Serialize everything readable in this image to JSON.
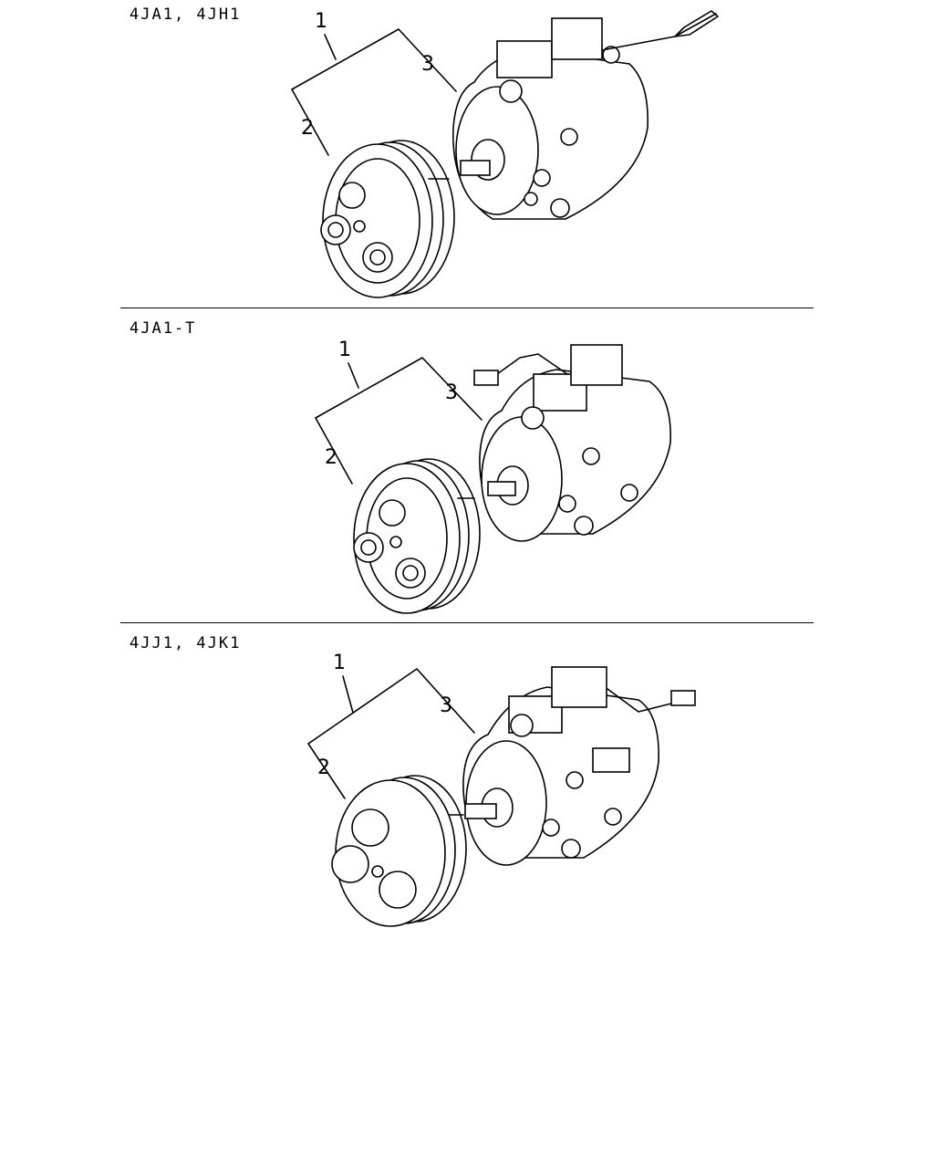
{
  "panels": [
    {
      "title": "4JA1, 4JH1",
      "callouts": [
        "1",
        "2",
        "3"
      ]
    },
    {
      "title": "4JA1-T",
      "callouts": [
        "1",
        "2",
        "3"
      ]
    },
    {
      "title": "4JJ1, 4JK1",
      "callouts": [
        "1",
        "2",
        "3"
      ]
    }
  ],
  "icons": {
    "compressor": "ac-compressor-icon",
    "clutch": "magnetic-clutch-pulley-icon"
  }
}
